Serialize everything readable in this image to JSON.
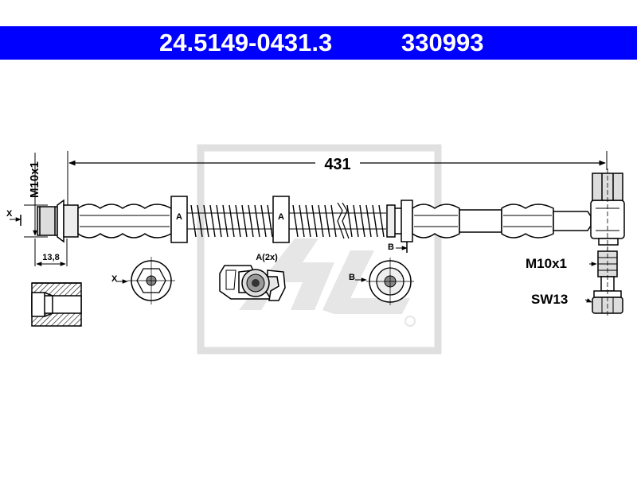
{
  "header": {
    "part_number": "24.5149-0431.3",
    "ref_number": "330993",
    "background": "#0000ff",
    "text_color": "#ffffff"
  },
  "drawing": {
    "length": "431",
    "thread_left": "M10x1",
    "dim_hex": "13,8",
    "section_x": "X",
    "section_a": "A",
    "section_b": "B",
    "clip_label": "A(2x)",
    "thread_right": "M10x1",
    "wrench_size": "SW13"
  }
}
